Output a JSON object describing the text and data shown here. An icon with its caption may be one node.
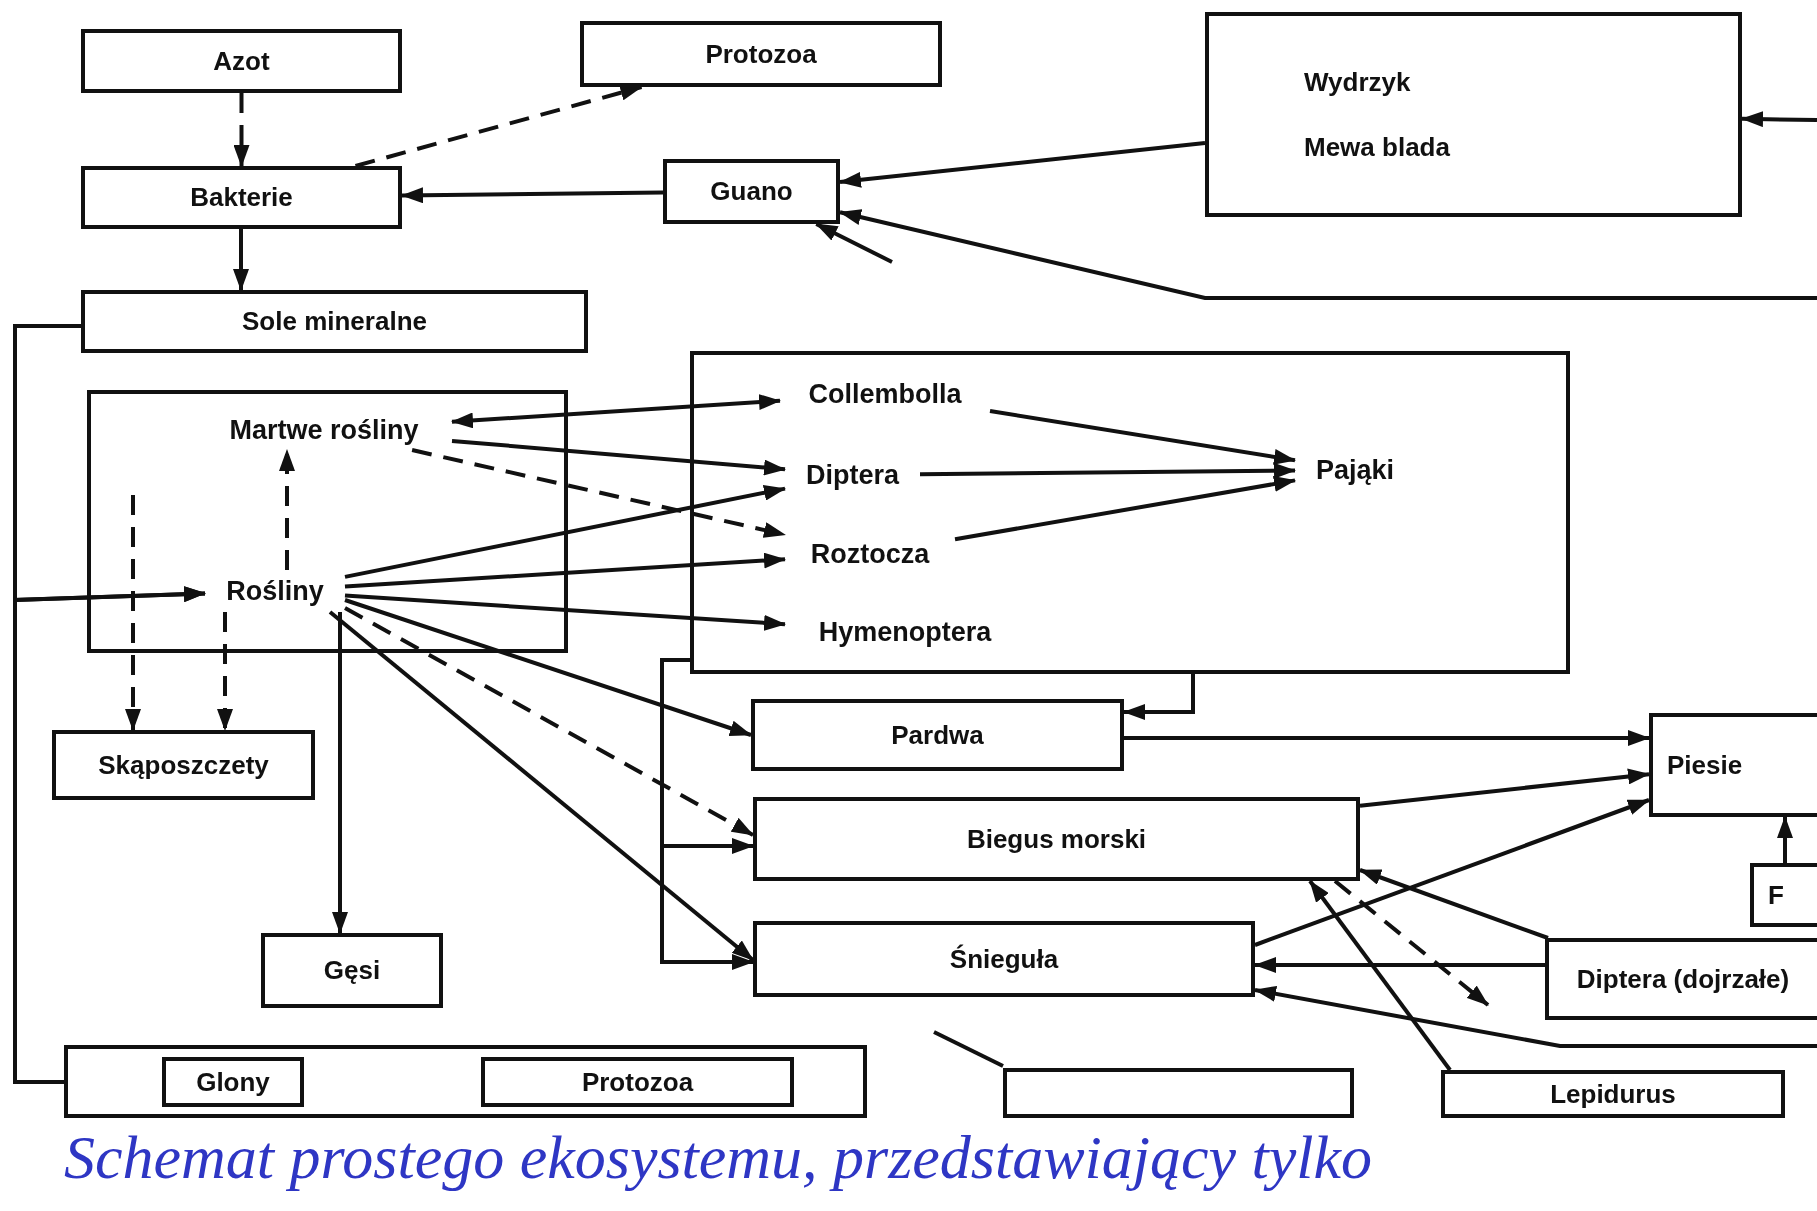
{
  "diagram": {
    "caption": "Schemat prostego ekosystemu, przedstawiający tylko",
    "nodes": [
      {
        "text": [
          "Azot"
        ]
      },
      {
        "text": [
          "Protozoa"
        ]
      },
      {
        "text": [
          "Wydrzyk",
          "Mewa blada"
        ]
      },
      {
        "text": [
          "Bakterie"
        ]
      },
      {
        "text": [
          "Guano"
        ]
      },
      {
        "text": [
          "Sole mineralne"
        ]
      },
      {
        "text": [],
        "shape": "box"
      },
      {
        "text": [
          "Martwe rośliny"
        ],
        "in": 6
      },
      {
        "text": [
          "Rośliny"
        ],
        "in": 6
      },
      {
        "text": [],
        "shape": "box"
      },
      {
        "text": [
          "Collembolla"
        ],
        "in": 9
      },
      {
        "text": [
          "Diptera"
        ],
        "in": 9
      },
      {
        "text": [
          "Roztocza"
        ],
        "in": 9
      },
      {
        "text": [
          "Hymenoptera"
        ],
        "in": 9
      },
      {
        "text": [
          "Pająki"
        ],
        "in": 9
      },
      {
        "text": [
          "Skąposzczety"
        ]
      },
      {
        "text": [
          "Pardwa"
        ]
      },
      {
        "text": [
          "Piesie"
        ]
      },
      {
        "text": [
          "Biegus morski"
        ]
      },
      {
        "text": [
          "F"
        ]
      },
      {
        "text": [
          "Śnieguła"
        ]
      },
      {
        "text": [
          "Gęsi"
        ]
      },
      {
        "text": [
          "Diptera (dojrzałe)"
        ]
      },
      {
        "text": [],
        "shape": "box"
      },
      {
        "text": [
          "Glony"
        ],
        "in": 23
      },
      {
        "text": [
          "Protozoa"
        ],
        "in": 23
      },
      {
        "text": [],
        "shape": "box"
      },
      {
        "text": [
          "Lepidurus"
        ]
      }
    ],
    "edges": [
      {
        "from": 0,
        "to": 3,
        "arrow": "to",
        "style": "dashed"
      },
      {
        "from": 3,
        "to": 1,
        "arrow": "to",
        "style": "dashed"
      },
      {
        "from": 4,
        "to": 3,
        "arrow": "to"
      },
      {
        "from": 3,
        "to": 5,
        "arrow": "to"
      },
      {
        "from": 2,
        "to": 4,
        "arrow": "to"
      },
      {
        "from": null,
        "to": 2,
        "arrow": "to"
      },
      {
        "from": null,
        "to": 4,
        "arrow": "to"
      },
      {
        "from": null,
        "to": 4,
        "arrow": "to"
      },
      {
        "from": 5,
        "to": 8,
        "arrow": "to"
      },
      {
        "from": 23,
        "to": 8,
        "arrow": "to"
      },
      {
        "from": 8,
        "to": 7,
        "arrow": "to",
        "style": "dashed"
      },
      {
        "from": 6,
        "to": 15,
        "arrow": "to",
        "style": "dashed"
      },
      {
        "from": 8,
        "to": 15,
        "arrow": "to",
        "style": "dashed"
      },
      {
        "from": 7,
        "to": 10,
        "arrow": "both"
      },
      {
        "from": 7,
        "to": 11,
        "arrow": "to"
      },
      {
        "from": 7,
        "to": 12,
        "arrow": "to",
        "style": "dashed"
      },
      {
        "from": 8,
        "to": 11,
        "arrow": "to"
      },
      {
        "from": 8,
        "to": 12,
        "arrow": "to"
      },
      {
        "from": 8,
        "to": 13,
        "arrow": "to"
      },
      {
        "from": 10,
        "to": 14,
        "arrow": "to"
      },
      {
        "from": 11,
        "to": 14,
        "arrow": "to"
      },
      {
        "from": 12,
        "to": 14,
        "arrow": "to"
      },
      {
        "from": 8,
        "to": 16,
        "arrow": "to"
      },
      {
        "from": 8,
        "to": 18,
        "arrow": "to",
        "style": "dashed"
      },
      {
        "from": 8,
        "to": 20,
        "arrow": "to"
      },
      {
        "from": 8,
        "to": 21,
        "arrow": "to"
      },
      {
        "from": 9,
        "to": 16,
        "arrow": "to"
      },
      {
        "from": 9,
        "to": 18,
        "arrow": "to"
      },
      {
        "from": 9,
        "to": 20,
        "arrow": "to"
      },
      {
        "from": 16,
        "to": 17,
        "arrow": "to"
      },
      {
        "from": 18,
        "to": 17,
        "arrow": "to"
      },
      {
        "from": 20,
        "to": 17,
        "arrow": "to"
      },
      {
        "from": 19,
        "to": 17,
        "arrow": "to"
      },
      {
        "from": 22,
        "to": 20,
        "arrow": "to"
      },
      {
        "from": 22,
        "to": 18,
        "arrow": "to"
      },
      {
        "from": 27,
        "to": 18,
        "arrow": "to"
      },
      {
        "from": null,
        "to": 20,
        "arrow": "to"
      },
      {
        "from": 18,
        "to": null,
        "arrow": "to",
        "style": "dashed"
      },
      {
        "from": null,
        "to": 26,
        "arrow": "none"
      }
    ]
  }
}
